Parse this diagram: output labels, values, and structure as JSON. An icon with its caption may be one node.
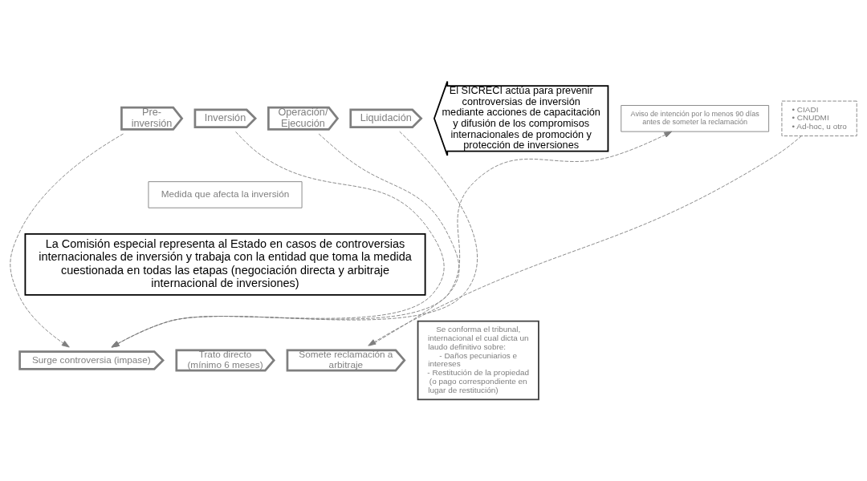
{
  "diagram": {
    "nodes": [
      {
        "text": [
          "Pre-inversión"
        ]
      },
      {
        "text": [
          "Inversión"
        ]
      },
      {
        "text": [
          "Operación/ Ejecución"
        ]
      },
      {
        "text": [
          "Liquidación"
        ]
      },
      {
        "text": [
          "El SICRECI actúa para prevenir controversias de inversión mediante acciones de capacitación y difusión de los compromisos internacionales de promoción y protección de inversiones"
        ]
      },
      {
        "text": [
          "Medida que afecta la inversión"
        ]
      },
      {
        "text": [
          "La Comisión especial representa al Estado en casos de controversias internacionales de inversión y trabaja con la entidad que toma la medida cuestionada en todas las etapas (negociación directa y arbitraje internacional de inversiones)"
        ]
      },
      {
        "text": [
          "Surge controversia (impase)"
        ]
      },
      {
        "text": [
          "Trato directo (mínimo 6 meses)"
        ]
      },
      {
        "text": [
          "Somete reclamación a arbitraje"
        ]
      },
      {
        "text": [
          "Se conforma el tribunal, internacional el cual dicta un laudo definitivo sobre:",
          "- Daños pecuniarios e intereses",
          "- Restitución de la propiedad (o pago correspondiente en lugar de restitución)"
        ]
      },
      {
        "text": [
          "Aviso de intención por lo menos 90 días antes de someter la reclamación"
        ]
      },
      {
        "text": [
          "• CIADI",
          "• CNUDMI",
          "• Ad-hoc, u otro"
        ]
      }
    ],
    "edges": [
      {
        "from": 0,
        "to": 7,
        "arrow": "to",
        "style": "dashed"
      },
      {
        "from": 1,
        "to": 7,
        "arrow": "to",
        "style": "dashed"
      },
      {
        "from": 2,
        "to": 7,
        "arrow": "to",
        "style": "dashed"
      },
      {
        "from": 3,
        "to": 7,
        "arrow": "to",
        "style": "dashed"
      },
      {
        "from": 9,
        "to": 11,
        "arrow": "to",
        "style": "dashed"
      },
      {
        "from": 12,
        "to": 9,
        "arrow": "to",
        "style": "dashed"
      }
    ]
  }
}
